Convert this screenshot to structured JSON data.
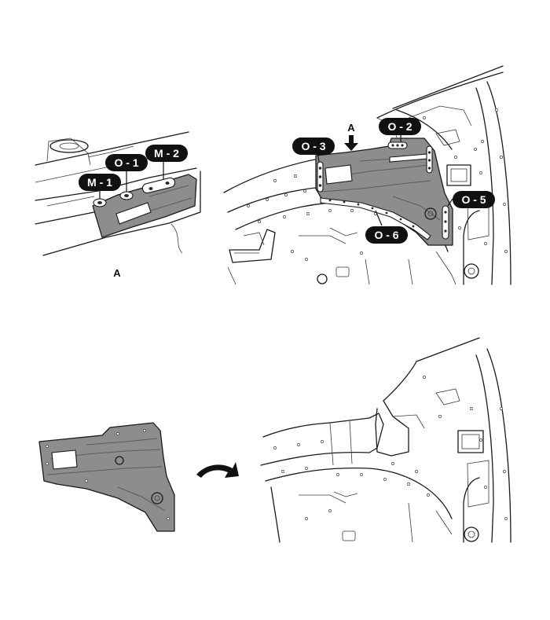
{
  "callouts": {
    "m1": "M - 1",
    "o1": "O - 1",
    "m2": "M - 2",
    "o3": "O - 3",
    "o2": "O - 2",
    "o5": "O - 5",
    "o6": "O - 6"
  },
  "view_labels": {
    "detail_a": "A",
    "arrow_a": "A"
  }
}
